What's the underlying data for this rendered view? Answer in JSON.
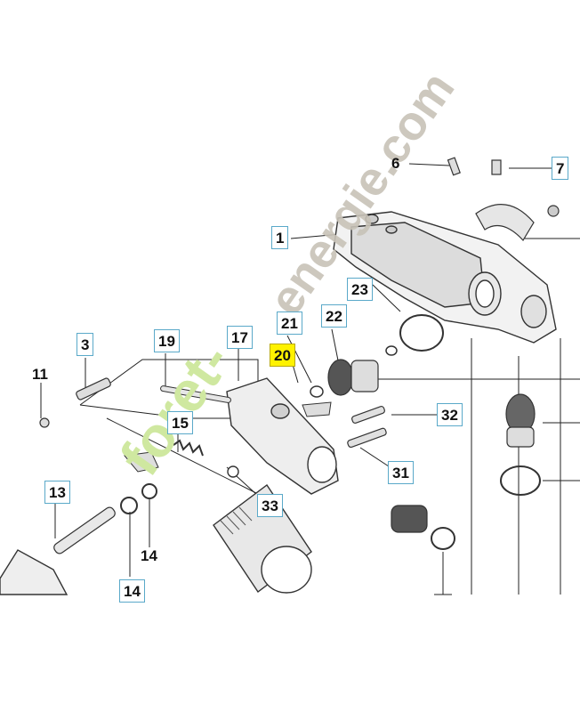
{
  "callouts": {
    "c1": "1",
    "c3": "3",
    "c6": "6",
    "c7": "7",
    "c11": "11",
    "c13": "13",
    "c14a": "14",
    "c14b": "14",
    "c15": "15",
    "c17": "17",
    "c19": "19",
    "c20": "20",
    "c21": "21",
    "c22": "22",
    "c23": "23",
    "c31": "31",
    "c32": "32",
    "c33": "33"
  },
  "highlight_color": "#fff200",
  "callout_border_color": "#5aa9c9",
  "watermark": {
    "part1": "foret",
    "part2": "-",
    "part3": "energie.com",
    "color_green": "#cfe8a0",
    "color_grey": "#c8c3b8"
  }
}
